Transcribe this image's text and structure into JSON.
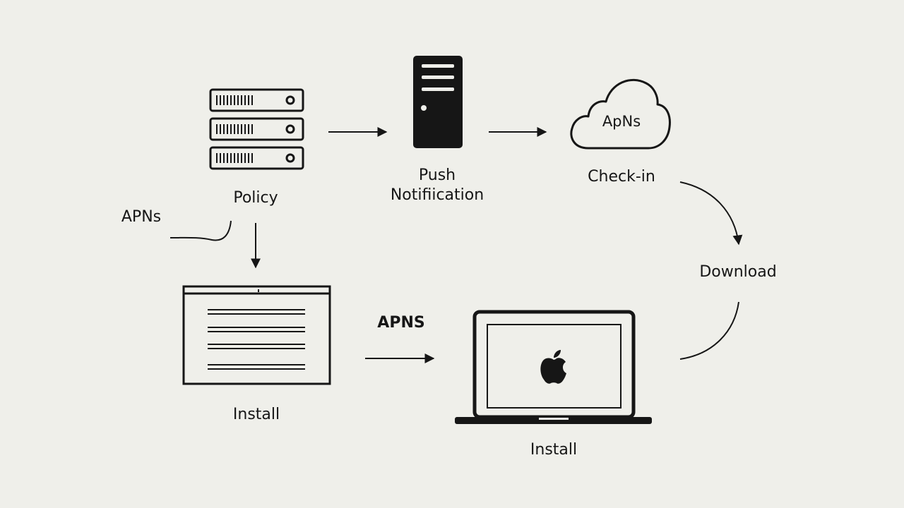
{
  "nodes": {
    "policy_server": {
      "label": "Policy",
      "icon": "server-rack-icon"
    },
    "push_server": {
      "label_line1": "Push",
      "label_line2": "Notifiication",
      "icon": "tower-server-icon"
    },
    "apns_cloud": {
      "inner_label": "ApNs",
      "label": "Check-in",
      "icon": "cloud-icon"
    },
    "download": {
      "label": "Download"
    },
    "install_window": {
      "label": "Install",
      "icon": "document-window-icon"
    },
    "mac_laptop": {
      "label": "Install",
      "icon": "laptop-apple-icon"
    }
  },
  "edge_labels": {
    "apns_left": "APNs",
    "apns_bottom": "APNS"
  },
  "colors": {
    "background": "#efefea",
    "ink": "#161616"
  }
}
